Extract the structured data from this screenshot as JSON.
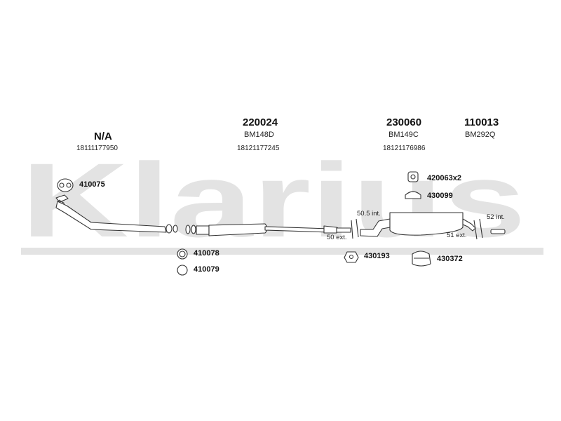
{
  "watermark": "Klarius",
  "columns": [
    {
      "part": "N/A",
      "ref": "",
      "oem": "18111177950"
    },
    {
      "part": "220024",
      "ref": "BM148D",
      "oem": "18121177245"
    },
    {
      "part": "230060",
      "ref": "BM149C",
      "oem": "18121176986"
    },
    {
      "part": "110013",
      "ref": "BM292Q",
      "oem": ""
    }
  ],
  "fittings": {
    "f1": "410075",
    "f2": "410078",
    "f3": "410079",
    "f4": "420063x2",
    "f5": "430099",
    "f6": "430193",
    "f7": "430372"
  },
  "notes": {
    "n1": "50.5 int.",
    "n2": "50 ext.",
    "n3": "52 int.",
    "n4": "51 ext."
  },
  "colors": {
    "watermark": "#e3e3e3",
    "line": "#333333",
    "fill": "#ffffff"
  }
}
